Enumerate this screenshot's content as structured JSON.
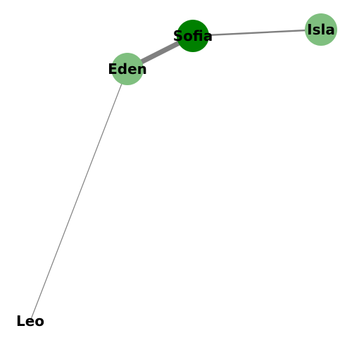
{
  "graph": {
    "nodes": [
      {
        "id": "sofia",
        "label": "Sofia",
        "color": "#008000"
      },
      {
        "id": "isla",
        "label": "Isla",
        "color": "#7fbf7f"
      },
      {
        "id": "eden",
        "label": "Eden",
        "color": "#7fbf7f"
      },
      {
        "id": "leo",
        "label": "Leo",
        "color": "none"
      }
    ],
    "edges": [
      {
        "source": "sofia",
        "target": "isla",
        "weight": 2
      },
      {
        "source": "sofia",
        "target": "eden",
        "weight": 6
      },
      {
        "source": "eden",
        "target": "leo",
        "weight": 1
      }
    ],
    "edge_color": "#808080"
  }
}
